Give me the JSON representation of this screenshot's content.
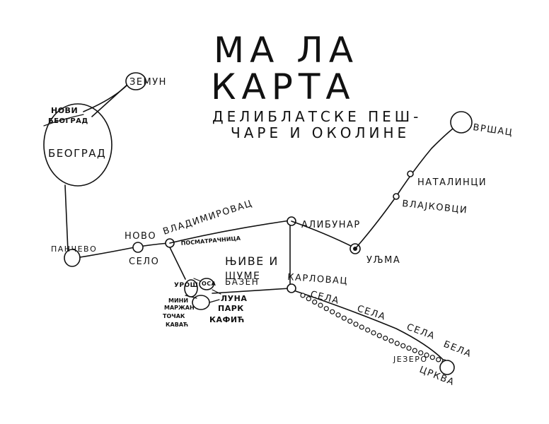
{
  "title": {
    "line1": "МА ЛА",
    "line2": "КАРТА",
    "sub1": "ДЕЛИБЛАТСКЕ  ПЕШ-",
    "sub2": "ЧАРЕ И ОКОЛИНЕ"
  },
  "places": {
    "zemun": "ЗЕМУН",
    "novi_beograd_1": "НОВИ",
    "novi_beograd_2": "БЕОГРАД",
    "beograd": "БЕОГРАД",
    "pancevo": "ПАНЧЕВО",
    "novo": "НОВО",
    "selo": "СЕЛО",
    "vladimirovac": "ВЛАДИМИРОВАЦ",
    "posmatracnica": "ПОСМАТРАЧНИЦА",
    "njive_1": "ЊИВЕ И",
    "njive_2": "ШУМЕ",
    "alibunar": "АЛИБУНАР",
    "uljma": "УЉМА",
    "vrsac": "ВРШАЦ",
    "natalinci": "НАТАЛИНЦИ",
    "vlajkovci": "ВЛАЈКОВЦИ",
    "karlovac": "КАРЛОВАЦ",
    "sela_1": "СЕЛА",
    "sela_2": "СЕЛА",
    "sela_3": "СЕЛА",
    "bela": "БЕЛА",
    "jezero": "ЈЕЗЕРО",
    "crkva": "ЦРКВА",
    "bazen": "БАЗЕН",
    "luna": "ЛУНА",
    "park": "ПАРК",
    "kafic": "КАФИЋ",
    "uros": "УРОШ",
    "osa": "ОСА",
    "mini": "МИНИ",
    "marzan": "МАРЖАН",
    "tocak": "ТОЧАК",
    "kavac": "КАВАЋ"
  }
}
